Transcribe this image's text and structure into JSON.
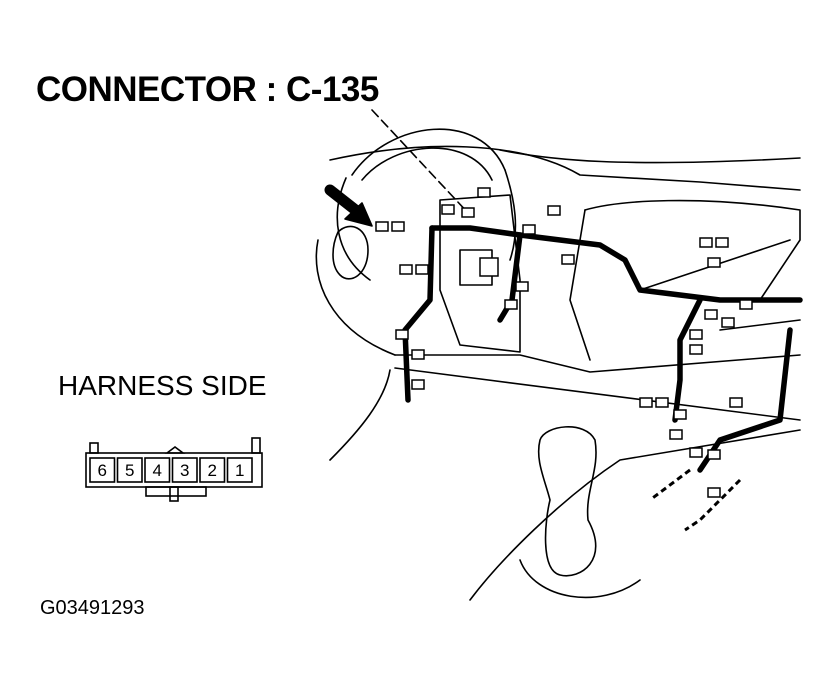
{
  "title": "CONNECTOR : C-135",
  "subtitle": "HARNESS SIDE",
  "figure_code": "G03491293",
  "connector": {
    "pins": [
      "6",
      "5",
      "4",
      "3",
      "2",
      "1"
    ]
  }
}
